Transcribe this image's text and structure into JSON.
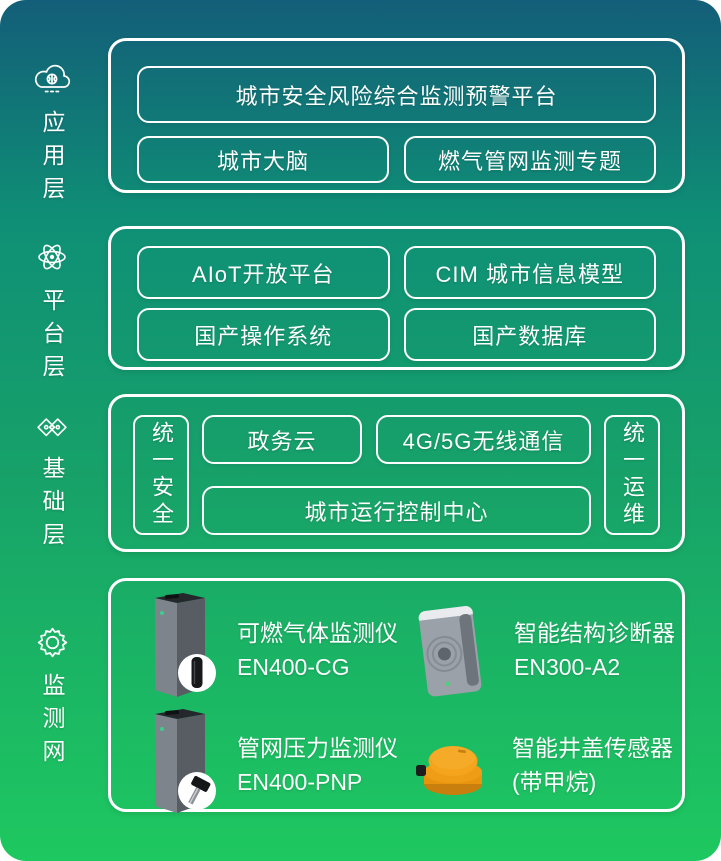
{
  "screen": {
    "background_top_color": "#135E78",
    "background_mid_color": "#0F9076",
    "background_bottom_color": "#1EC860",
    "outline_color": "#FFFFFF",
    "text_color": "#FFFFFF"
  },
  "sidebar": {
    "layers": [
      {
        "icon": "cloud-brain-icon",
        "label": "应用层"
      },
      {
        "icon": "atom-icon",
        "label": "平台层"
      },
      {
        "icon": "linked-diamonds-icon",
        "label": "基础层"
      },
      {
        "icon": "gear-icon",
        "label": "监测网"
      }
    ]
  },
  "application_layer": {
    "platform_title": "城市安全风险综合监测预警平台",
    "modules": [
      {
        "label": "城市大脑"
      },
      {
        "label": "燃气管网监测专题"
      }
    ]
  },
  "platform_layer": {
    "modules": [
      {
        "label": "AIoT开放平台"
      },
      {
        "label": "CIM 城市信息模型"
      },
      {
        "label": "国产操作系统"
      },
      {
        "label": "国产数据库"
      }
    ]
  },
  "base_layer": {
    "left_rail": "统一安全",
    "right_rail": "统一运维",
    "modules": [
      {
        "label": "政务云"
      },
      {
        "label": "4G/5G无线通信"
      },
      {
        "label": "城市运行控制中心"
      }
    ]
  },
  "monitoring_layer": {
    "devices": [
      {
        "image": "gas-detector-device",
        "name": "可燃气体监测仪",
        "model": "EN400-CG"
      },
      {
        "image": "structure-diagnoser-device",
        "name": "智能结构诊断器",
        "model": "EN300-A2"
      },
      {
        "image": "pipeline-pressure-device",
        "name": "管网压力监测仪",
        "model": "EN400-PNP"
      },
      {
        "image": "manhole-sensor-device",
        "name": "智能井盖传感器",
        "model": "(带甲烷)"
      }
    ]
  }
}
